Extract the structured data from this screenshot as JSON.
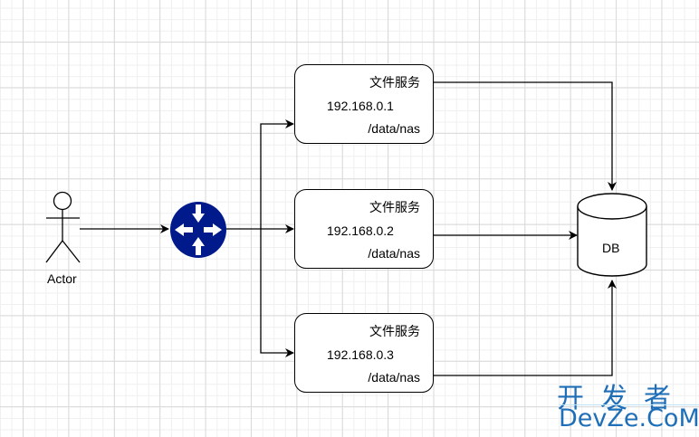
{
  "diagram": {
    "actor": {
      "label": "Actor"
    },
    "router": {
      "icon": "router-icon",
      "color": "#001a8c"
    },
    "servers": [
      {
        "title": "文件服务",
        "ip": "192.168.0.1",
        "path": "/data/nas"
      },
      {
        "title": "文件服务",
        "ip": "192.168.0.2",
        "path": "/data/nas"
      },
      {
        "title": "文件服务",
        "ip": "192.168.0.3",
        "path": "/data/nas"
      }
    ],
    "database": {
      "label": "DB"
    },
    "connections": [
      {
        "from": "actor",
        "to": "router"
      },
      {
        "from": "router",
        "to": "server-1"
      },
      {
        "from": "router",
        "to": "server-2"
      },
      {
        "from": "router",
        "to": "server-3"
      },
      {
        "from": "server-1",
        "to": "database"
      },
      {
        "from": "server-2",
        "to": "database"
      },
      {
        "from": "server-3",
        "to": "database"
      }
    ]
  },
  "watermark": {
    "line1": "开发者",
    "line2": "DevZe.CoM",
    "color": "#1f6fb8"
  }
}
